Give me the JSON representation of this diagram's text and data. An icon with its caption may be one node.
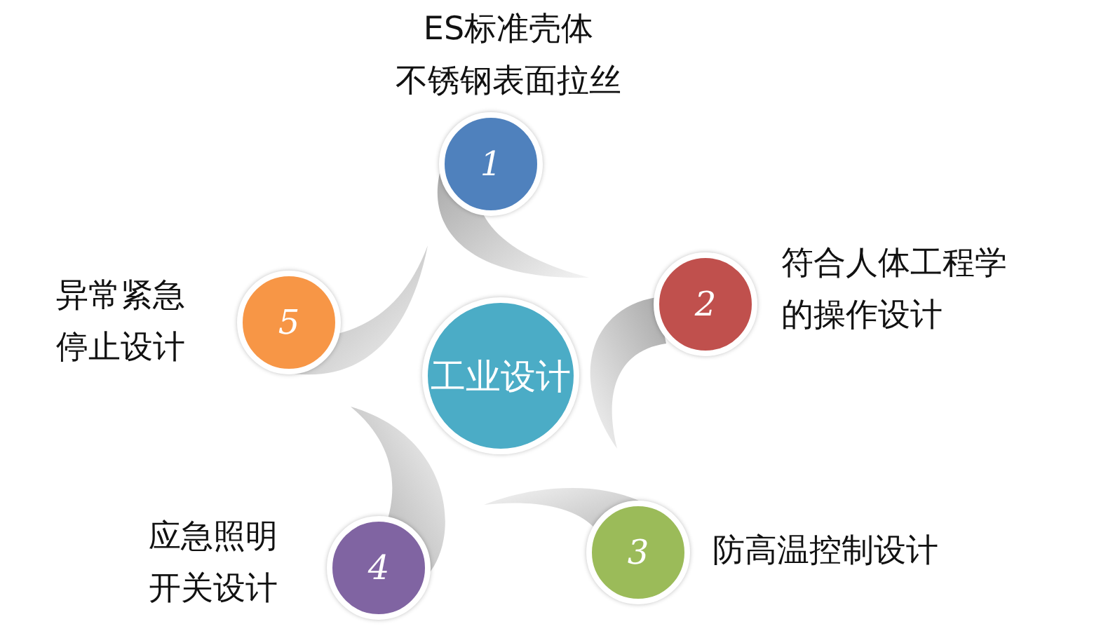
{
  "diagram": {
    "nodes": [
      {
        "text": [
          "工业设计"
        ]
      },
      {
        "text": [
          "1"
        ],
        "beside": [
          "ES标准壳体",
          "不锈钢表面拉丝"
        ]
      },
      {
        "text": [
          "2"
        ],
        "beside": [
          "符合人体工程学",
          "的操作设计"
        ]
      },
      {
        "text": [
          "3"
        ],
        "beside": [
          "防高温控制设计"
        ]
      },
      {
        "text": [
          "4"
        ],
        "beside": [
          "应急照明",
          "开关设计"
        ]
      },
      {
        "text": [
          "5"
        ],
        "beside": [
          "异常紧急",
          "停止设计"
        ]
      }
    ]
  }
}
